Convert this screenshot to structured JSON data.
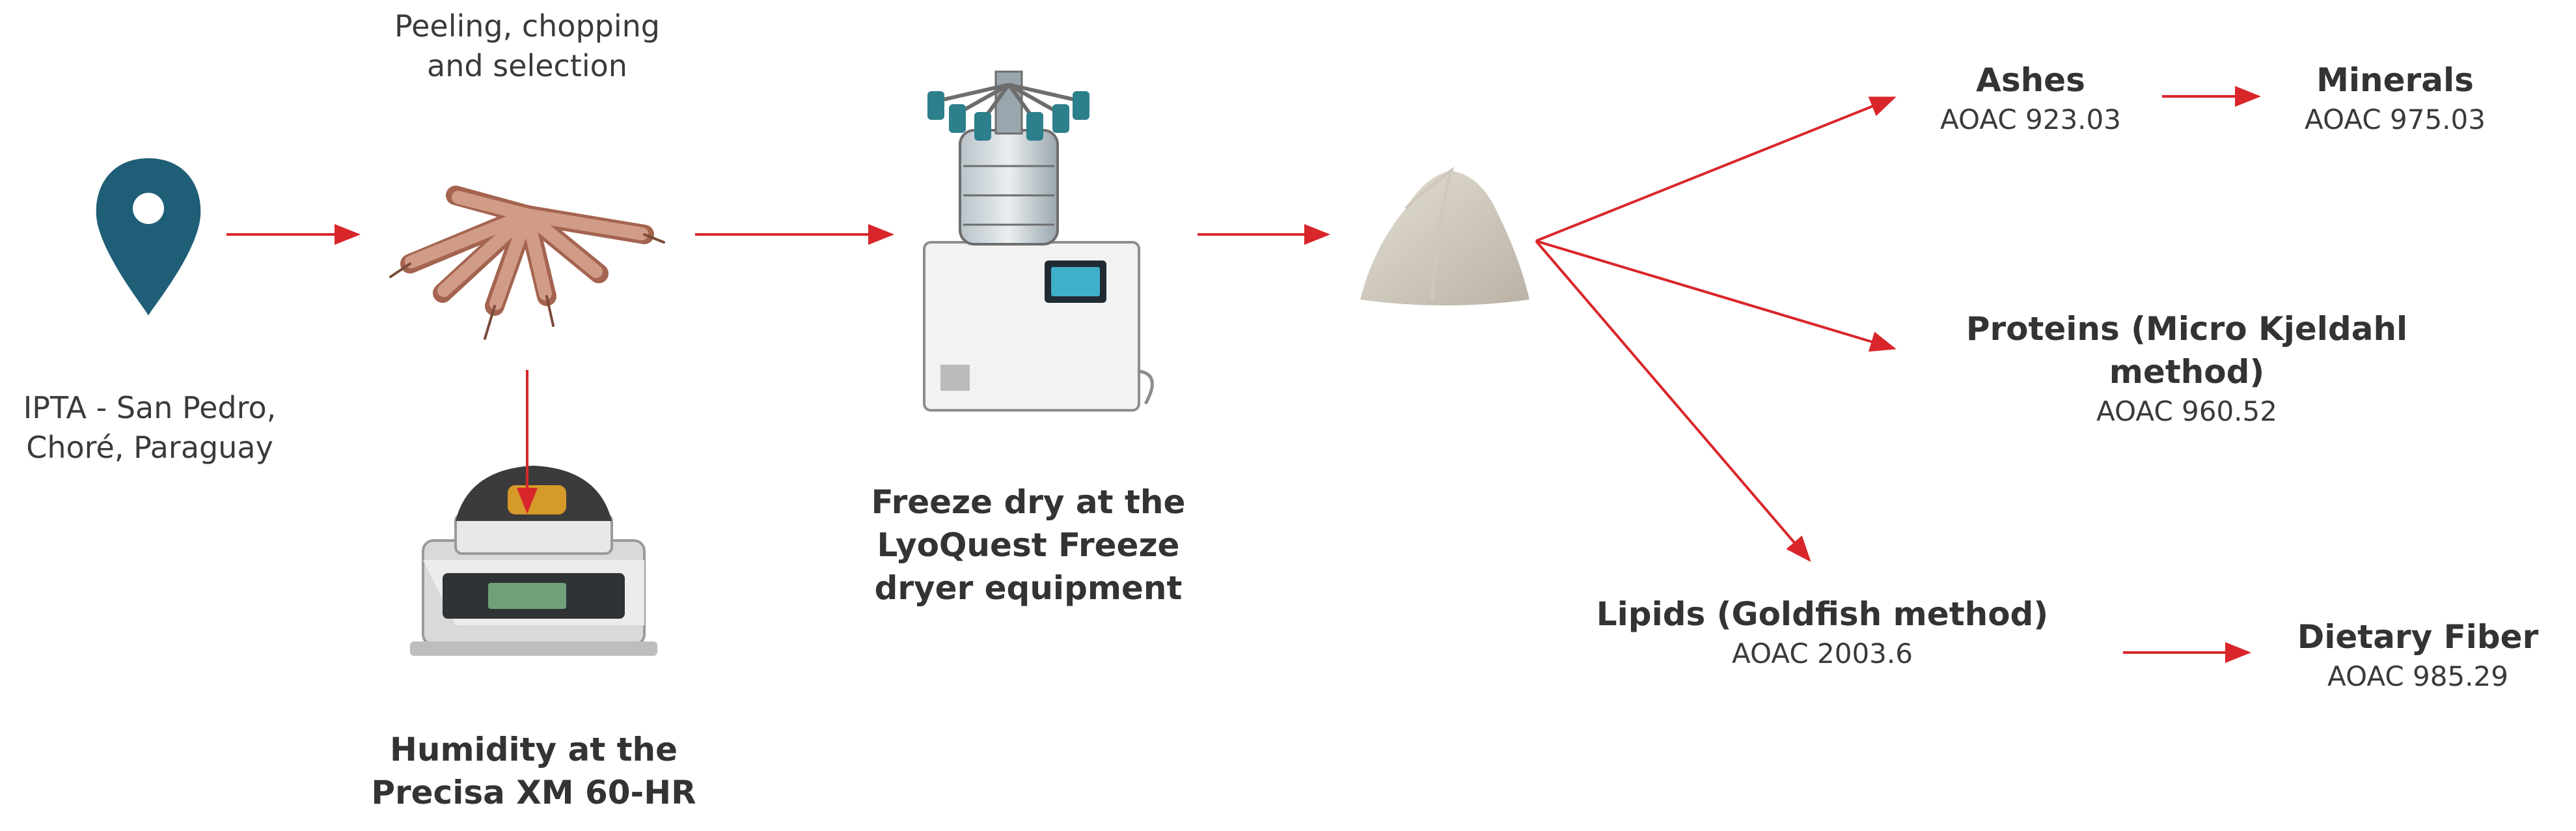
{
  "steps": {
    "location": {
      "line1": "IPTA - San Pedro,",
      "line2": "Choré, Paraguay"
    },
    "peeling": {
      "line1": "Peeling, chopping",
      "line2": "and selection"
    },
    "humidity": {
      "line1": "Humidity at the",
      "line2": "Precisa XM 60-HR"
    },
    "freeze": {
      "line1": "Freeze dry at the",
      "line2": "LyoQuest Freeze",
      "line3": "dryer equipment"
    }
  },
  "analyses": {
    "ashes": {
      "name": "Ashes",
      "code": "AOAC 923.03"
    },
    "minerals": {
      "name": "Minerals",
      "code": "AOAC 975.03"
    },
    "proteins": {
      "line1": "Proteins (Micro Kjeldahl",
      "line2": "method)",
      "code": "AOAC 960.52"
    },
    "lipids": {
      "name": "Lipids (Goldfish method)",
      "code": "AOAC 2003.6"
    },
    "fiber": {
      "name": "Dietary Fiber",
      "code": "AOAC 985.29"
    }
  },
  "colors": {
    "arrow": "#d9262a",
    "pin": "#1f5e77",
    "root": "#c98d78",
    "powder": "#d8d2c6",
    "device": "#f2f2f2",
    "teal": "#2d7f8c"
  },
  "icons": [
    "location-pin-icon",
    "cassava-roots-icon",
    "moisture-balance-icon",
    "freeze-dryer-icon",
    "powder-pile-icon"
  ]
}
